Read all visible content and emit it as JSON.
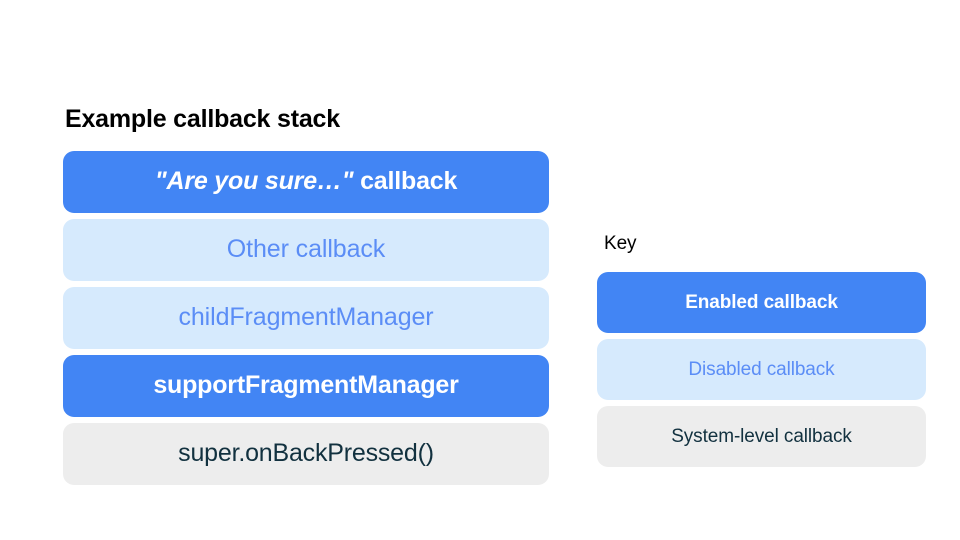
{
  "colors": {
    "background": "#ffffff",
    "enabled_fill": "#4285F4",
    "enabled_text": "#ffffff",
    "disabled_fill": "#D6EAFD",
    "disabled_text": "#5B8DF6",
    "system_fill": "#EDEDED",
    "system_text": "#12313F",
    "heading_text": "#000000"
  },
  "stack": {
    "title": "Example callback stack",
    "items": [
      {
        "label": "\"Are you sure…\" callback",
        "quoted_part": "\"Are you sure…\"",
        "plain_part": " callback",
        "state": "enabled"
      },
      {
        "label": "Other callback",
        "state": "disabled"
      },
      {
        "label": "childFragmentManager",
        "state": "disabled"
      },
      {
        "label": "supportFragmentManager",
        "state": "enabled"
      },
      {
        "label": "super.onBackPressed()",
        "state": "system"
      }
    ]
  },
  "key": {
    "title": "Key",
    "items": [
      {
        "label": "Enabled callback",
        "state": "enabled"
      },
      {
        "label": "Disabled callback",
        "state": "disabled"
      },
      {
        "label": "System-level callback",
        "state": "system"
      }
    ]
  }
}
